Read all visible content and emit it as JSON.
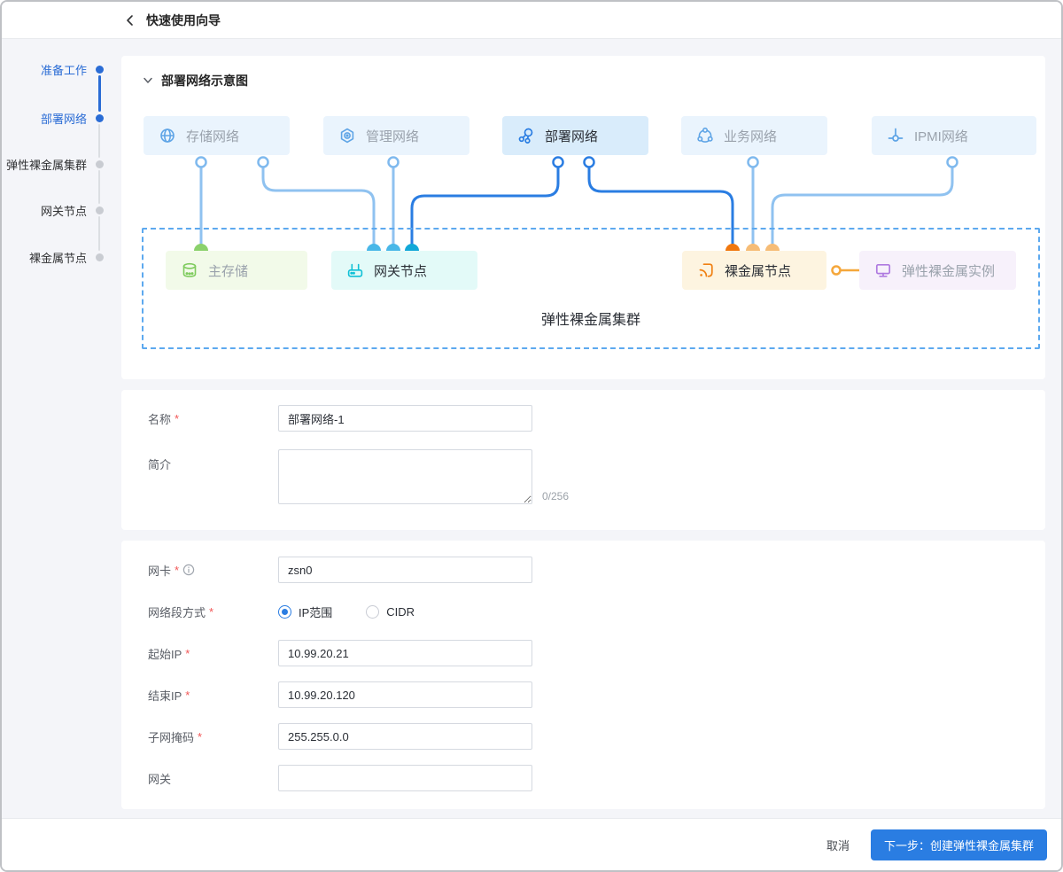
{
  "header": {
    "title": "快速使用向导",
    "back_icon": "chevron-left"
  },
  "sidebar": {
    "steps": [
      {
        "label": "准备工作",
        "state": "done"
      },
      {
        "label": "部署网络",
        "state": "active"
      },
      {
        "label": "弹性裸金属集群",
        "state": "pending"
      },
      {
        "label": "网关节点",
        "state": "pending"
      },
      {
        "label": "裸金属节点",
        "state": "pending"
      }
    ]
  },
  "diagram": {
    "section_title": "部署网络示意图",
    "top_nodes": [
      {
        "label": "存储网络",
        "icon": "globe-icon",
        "active": false
      },
      {
        "label": "管理网络",
        "icon": "gear-icon",
        "active": false
      },
      {
        "label": "部署网络",
        "icon": "nodes-icon",
        "active": true
      },
      {
        "label": "业务网络",
        "icon": "service-icon",
        "active": false
      },
      {
        "label": "IPMI网络",
        "icon": "connector-icon",
        "active": false
      }
    ],
    "cluster_nodes": [
      {
        "label": "主存储",
        "icon": "database-icon",
        "theme": "green"
      },
      {
        "label": "网关节点",
        "icon": "router-icon",
        "theme": "teal"
      },
      {
        "label": "裸金属节点",
        "icon": "broadcast-icon",
        "theme": "orange"
      },
      {
        "label": "弹性裸金属实例",
        "icon": "monitor-icon",
        "theme": "purple"
      }
    ],
    "cluster_label": "弹性裸金属集群",
    "colors": {
      "line_light": "#8fc2f0",
      "line_dark": "#2a7de2",
      "cap_green": "#8bd16c",
      "cap_cyan_light": "#49b7e8",
      "cap_cyan_dark": "#12a8d8",
      "cap_orange_dark": "#f0770e",
      "cap_orange_light": "#f6bc76",
      "connector_orange": "#f5a73b",
      "dashed_border": "#5da9ef"
    }
  },
  "form": {
    "name": {
      "label": "名称",
      "required": true,
      "value": "部署网络-1"
    },
    "intro": {
      "label": "简介",
      "required": false,
      "value": "",
      "counter": "0/256"
    },
    "nic": {
      "label": "网卡",
      "required": true,
      "value": "zsn0"
    },
    "segment_mode": {
      "label": "网络段方式",
      "required": true,
      "options": [
        {
          "label": "IP范围",
          "selected": true
        },
        {
          "label": "CIDR",
          "selected": false
        }
      ]
    },
    "start_ip": {
      "label": "起始IP",
      "required": true,
      "value": "10.99.20.21"
    },
    "end_ip": {
      "label": "结束IP",
      "required": true,
      "value": "10.99.20.120"
    },
    "netmask": {
      "label": "子网掩码",
      "required": true,
      "value": "255.255.0.0"
    },
    "gateway": {
      "label": "网关",
      "required": false,
      "value": ""
    }
  },
  "footer": {
    "cancel_label": "取消",
    "next_label": "下一步：创建弹性裸金属集群",
    "primary_color": "#2a7de2"
  }
}
